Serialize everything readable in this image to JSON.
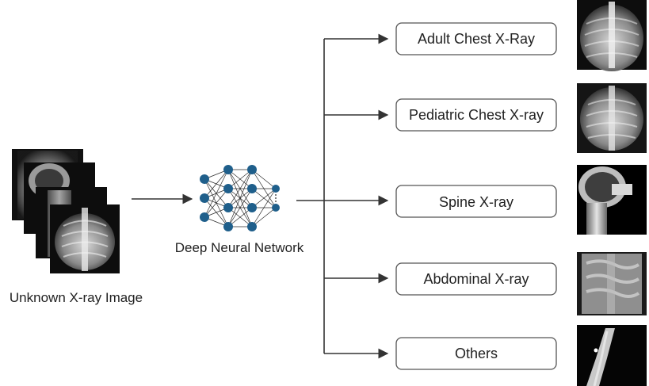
{
  "input": {
    "caption": "Unknown X-ray Image"
  },
  "model": {
    "caption": "Deep Neural Network"
  },
  "categories": [
    {
      "label": "Adult Chest X-Ray",
      "thumb": "chest-xray-adult"
    },
    {
      "label": "Pediatric Chest X-ray",
      "thumb": "chest-xray-pediatric"
    },
    {
      "label": "Spine X-ray",
      "thumb": "spine-xray-lateral"
    },
    {
      "label": "Abdominal X-ray",
      "thumb": "abdominal-xray"
    },
    {
      "label": "Others",
      "thumb": "limb-xray"
    }
  ],
  "colors": {
    "node": "#1f5f8b",
    "line": "#333333",
    "box_border": "#555555",
    "xray_bg": "#0d0d0d",
    "xray_tissue": "#bdbdbd"
  }
}
